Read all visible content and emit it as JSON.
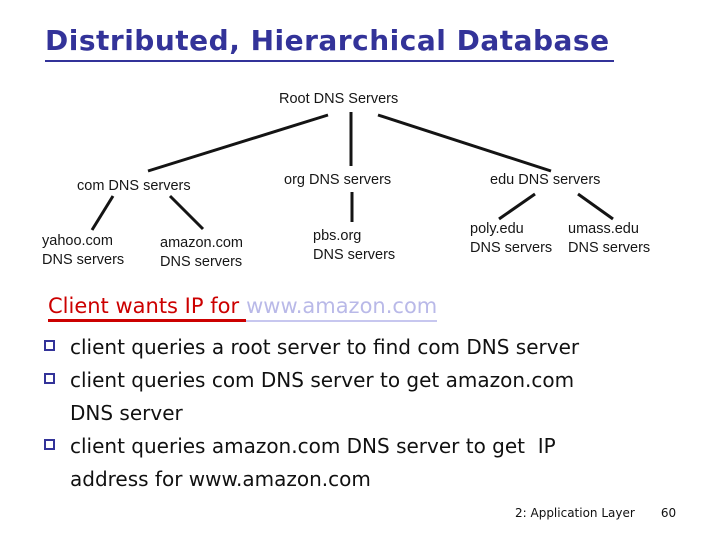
{
  "slide": {
    "title": "Distributed, Hierarchical Database",
    "footer": {
      "section": "2: Application Layer",
      "page": "60"
    }
  },
  "diagram": {
    "root_label": "Root DNS Servers",
    "level2": [
      {
        "label": "com DNS servers"
      },
      {
        "label": "org DNS servers"
      },
      {
        "label": "edu DNS servers"
      }
    ],
    "level3": [
      {
        "line1": "yahoo.com",
        "line2": "DNS servers"
      },
      {
        "line1": "amazon.com",
        "line2": "DNS servers"
      },
      {
        "line1": "pbs.org",
        "line2": "DNS servers"
      },
      {
        "line1": "poly.edu",
        "line2": "DNS servers"
      },
      {
        "line1": "umass.edu",
        "line2": "DNS servers"
      }
    ]
  },
  "content": {
    "lead_red": "Client wants IP for",
    "lead_link": "www.amazon.com",
    "bullets": [
      "client queries a root server to find com DNS server",
      "client queries com DNS server to get amazon.com\nDNS server",
      "client queries amazon.com DNS server to get  IP\naddress for www.amazon.com"
    ]
  },
  "colors": {
    "title": "#333399",
    "bullet_square": "#333399",
    "lead_red": "#cc0000",
    "lead_link": "#b9b9e8",
    "diagram_line": "#141414"
  }
}
